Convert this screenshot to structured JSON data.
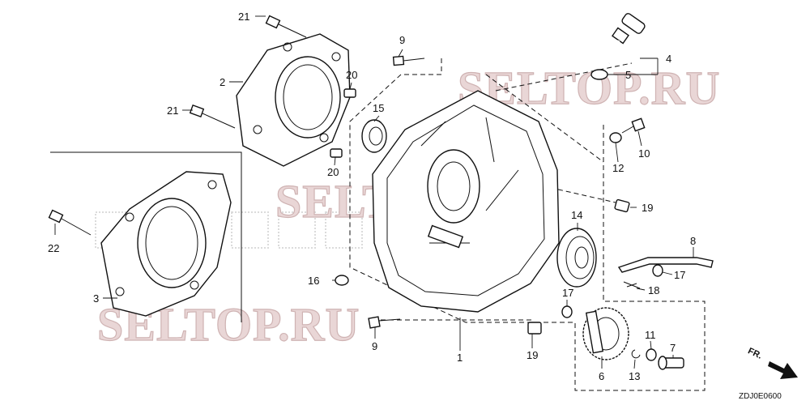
{
  "watermark": {
    "text_1": "SELTOP.RU",
    "text_2": "SELTOP.RU",
    "text_3": "SELTOP.RU"
  },
  "labels": {
    "p21a": "21",
    "p2": "2",
    "p20a": "20",
    "p21b": "21",
    "p20b": "20",
    "p22": "22",
    "p3": "3",
    "p9a": "9",
    "p15": "15",
    "p4": "4",
    "p5": "5",
    "p12": "12",
    "p10": "10",
    "p19a": "19",
    "p14": "14",
    "p8": "8",
    "p17a": "17",
    "p16": "16",
    "p17b": "17",
    "p18": "18",
    "p9b": "9",
    "p1": "1",
    "p19b": "19",
    "p11": "11",
    "p7": "7",
    "p6": "6",
    "p13": "13"
  },
  "direction_label": "FR.",
  "diagram_code": "ZDJ0E0600"
}
